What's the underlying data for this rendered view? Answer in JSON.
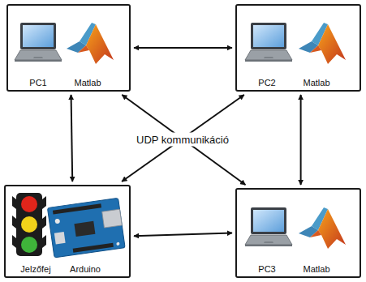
{
  "diagram": {
    "nodes": [
      {
        "text": [
          "PC1",
          "Matlab"
        ]
      },
      {
        "text": [
          "PC2",
          "Matlab"
        ]
      },
      {
        "text": [
          "Jelzőfej",
          "Arduino"
        ]
      },
      {
        "text": [
          "PC3",
          "Matlab"
        ]
      }
    ],
    "edges": [
      {
        "from": 0,
        "to": 1,
        "arrow": "both"
      },
      {
        "from": 0,
        "to": 2,
        "arrow": "both"
      },
      {
        "from": 1,
        "to": 3,
        "arrow": "both"
      },
      {
        "from": 2,
        "to": 3,
        "arrow": "both"
      },
      {
        "from": 0,
        "to": 3,
        "arrow": "both"
      },
      {
        "from": 1,
        "to": 2,
        "arrow": "both"
      }
    ],
    "labels": [
      "UDP kommunikáció"
    ]
  }
}
